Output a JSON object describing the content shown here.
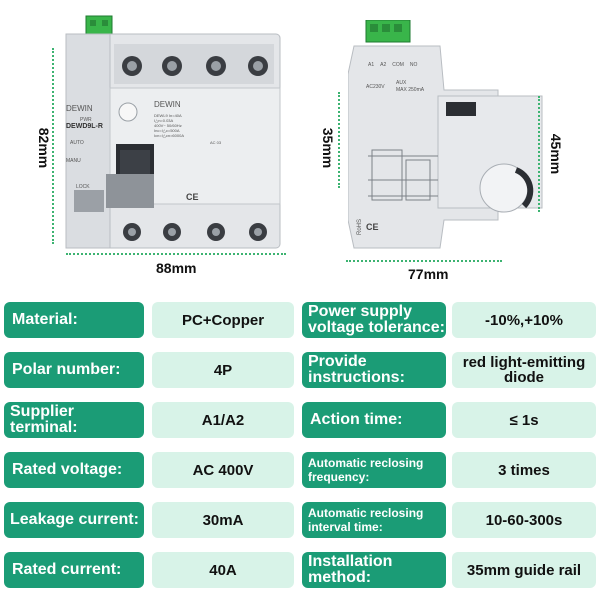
{
  "product": {
    "brand": "DEWIN",
    "model": "DEWD9L-R",
    "side_brand": "DEWIN",
    "pwr_label": "PWR",
    "auto_label": "AUTO",
    "manu_label": "MANU",
    "lock_label": "LOCK",
    "specs_small": [
      "DEWL9  In=40A",
      "I△n=0.03A",
      "400V~ 50/60Hz",
      "Inc=I△c=500A",
      "Icn=I△cn=6000A"
    ],
    "ac_label": "AC 03",
    "side_terminals": [
      "A1",
      "A2",
      "COM",
      "NO"
    ],
    "side_voltage": "AC230V",
    "side_aux": "AUX",
    "side_aux_rating": "MAX 250mA",
    "rohs": "RoHS",
    "ce": "CE"
  },
  "dimensions": {
    "front_width": "88mm",
    "front_height": "82mm",
    "side_width": "77mm",
    "side_height_left": "35mm",
    "side_height_right": "45mm"
  },
  "specs": [
    {
      "label": "Material:",
      "value": "PC+Copper"
    },
    {
      "label": "Power supply voltage tolerance:",
      "value": "-10%,+10%"
    },
    {
      "label": "Polar number:",
      "value": "4P"
    },
    {
      "label": "Provide instructions:",
      "value": "red light-emitting diode"
    },
    {
      "label": "Supplier terminal:",
      "value": "A1/A2"
    },
    {
      "label": "Action time:",
      "value": "≤ 1s"
    },
    {
      "label": "Rated voltage:",
      "value": "AC 400V"
    },
    {
      "label": "Automatic reclosing frequency:",
      "value": "3 times"
    },
    {
      "label": "Leakage current:",
      "value": "30mA"
    },
    {
      "label": "Automatic reclosing interval time:",
      "value": "10-60-300s"
    },
    {
      "label": "Rated current:",
      "value": "40A"
    },
    {
      "label": "Installation method:",
      "value": "35mm guide rail"
    }
  ],
  "colors": {
    "label_bg": "#1b9c76",
    "value_bg": "#d8f3e8",
    "terminal_green": "#39b54a",
    "device_grey": "#e4e6e9",
    "dim_line": "#3cb371"
  }
}
